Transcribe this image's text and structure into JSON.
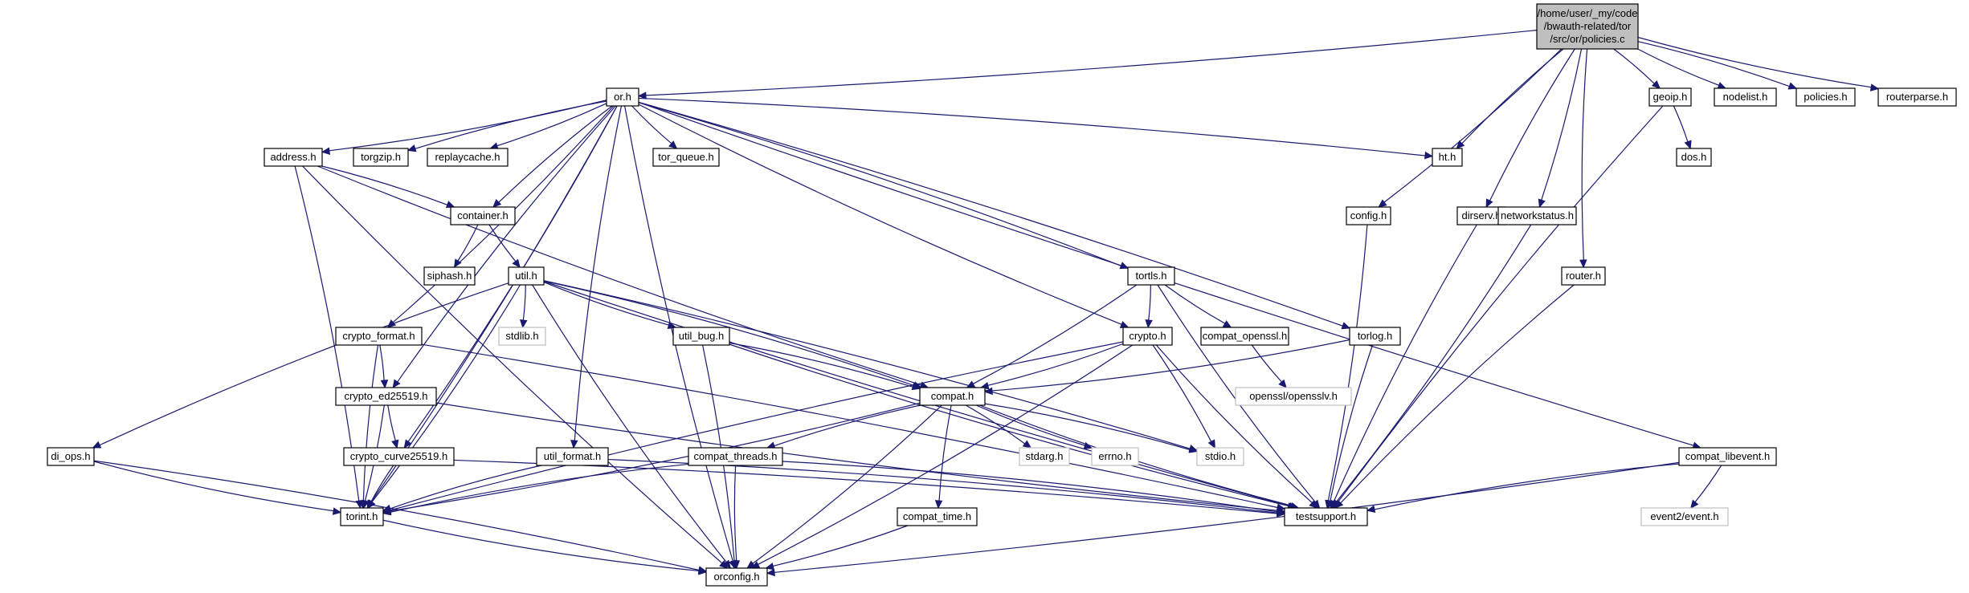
{
  "diagram": {
    "edge_color": "#191970",
    "system_border_color": "#bfbfbf",
    "root_fill_color": "#bfbfbf",
    "nodes": [
      {
        "id": "policies_c",
        "lines": [
          "/home/user/_my/code",
          "/bwauth-related/tor",
          "/src/or/policies.c"
        ],
        "kind": "root"
      },
      {
        "id": "or_h",
        "lines": [
          "or.h"
        ],
        "kind": "file"
      },
      {
        "id": "ht_h",
        "lines": [
          "ht.h"
        ],
        "kind": "file"
      },
      {
        "id": "config_h",
        "lines": [
          "config.h"
        ],
        "kind": "file"
      },
      {
        "id": "dirserv_h",
        "lines": [
          "dirserv.h"
        ],
        "kind": "file"
      },
      {
        "id": "networkstatus_h",
        "lines": [
          "networkstatus.h"
        ],
        "kind": "file"
      },
      {
        "id": "router_h",
        "lines": [
          "router.h"
        ],
        "kind": "file"
      },
      {
        "id": "geoip_h",
        "lines": [
          "geoip.h"
        ],
        "kind": "file"
      },
      {
        "id": "nodelist_h",
        "lines": [
          "nodelist.h"
        ],
        "kind": "file"
      },
      {
        "id": "policies_h",
        "lines": [
          "policies.h"
        ],
        "kind": "file"
      },
      {
        "id": "routerparse_h",
        "lines": [
          "routerparse.h"
        ],
        "kind": "file"
      },
      {
        "id": "address_h",
        "lines": [
          "address.h"
        ],
        "kind": "file"
      },
      {
        "id": "torgzip_h",
        "lines": [
          "torgzip.h"
        ],
        "kind": "file"
      },
      {
        "id": "replaycache_h",
        "lines": [
          "replaycache.h"
        ],
        "kind": "file"
      },
      {
        "id": "tor_queue_h",
        "lines": [
          "tor_queue.h"
        ],
        "kind": "file"
      },
      {
        "id": "container_h",
        "lines": [
          "container.h"
        ],
        "kind": "file"
      },
      {
        "id": "siphash_h",
        "lines": [
          "siphash.h"
        ],
        "kind": "file"
      },
      {
        "id": "util_h",
        "lines": [
          "util.h"
        ],
        "kind": "file"
      },
      {
        "id": "stdlib_h",
        "lines": [
          "stdlib.h"
        ],
        "kind": "sys"
      },
      {
        "id": "tortls_h",
        "lines": [
          "tortls.h"
        ],
        "kind": "file"
      },
      {
        "id": "crypto_format_h",
        "lines": [
          "crypto_format.h"
        ],
        "kind": "file"
      },
      {
        "id": "util_bug_h",
        "lines": [
          "util_bug.h"
        ],
        "kind": "file"
      },
      {
        "id": "crypto_h",
        "lines": [
          "crypto.h"
        ],
        "kind": "file"
      },
      {
        "id": "compat_openssl_h",
        "lines": [
          "compat_openssl.h"
        ],
        "kind": "file"
      },
      {
        "id": "torlog_h",
        "lines": [
          "torlog.h"
        ],
        "kind": "file"
      },
      {
        "id": "openssl_opensslv_h",
        "lines": [
          "openssl/opensslv.h"
        ],
        "kind": "sys"
      },
      {
        "id": "crypto_ed25519_h",
        "lines": [
          "crypto_ed25519.h"
        ],
        "kind": "file"
      },
      {
        "id": "compat_h",
        "lines": [
          "compat.h"
        ],
        "kind": "file"
      },
      {
        "id": "di_ops_h",
        "lines": [
          "di_ops.h"
        ],
        "kind": "file"
      },
      {
        "id": "crypto_curve25519_h",
        "lines": [
          "crypto_curve25519.h"
        ],
        "kind": "file"
      },
      {
        "id": "util_format_h",
        "lines": [
          "util_format.h"
        ],
        "kind": "file"
      },
      {
        "id": "compat_threads_h",
        "lines": [
          "compat_threads.h"
        ],
        "kind": "file"
      },
      {
        "id": "stdarg_h",
        "lines": [
          "stdarg.h"
        ],
        "kind": "sys"
      },
      {
        "id": "errno_h",
        "lines": [
          "errno.h"
        ],
        "kind": "sys"
      },
      {
        "id": "stdio_h",
        "lines": [
          "stdio.h"
        ],
        "kind": "sys"
      },
      {
        "id": "compat_libevent_h",
        "lines": [
          "compat_libevent.h"
        ],
        "kind": "file"
      },
      {
        "id": "dos_h",
        "lines": [
          "dos.h"
        ],
        "kind": "file"
      },
      {
        "id": "torint_h",
        "lines": [
          "torint.h"
        ],
        "kind": "file"
      },
      {
        "id": "testsupport_h",
        "lines": [
          "testsupport.h"
        ],
        "kind": "file"
      },
      {
        "id": "event2_event_h",
        "lines": [
          "event2/event.h"
        ],
        "kind": "sys"
      },
      {
        "id": "compat_time_h",
        "lines": [
          "compat_time.h"
        ],
        "kind": "file"
      },
      {
        "id": "orconfig_h",
        "lines": [
          "orconfig.h"
        ],
        "kind": "file"
      }
    ],
    "edges": [
      [
        "policies_c",
        "or_h"
      ],
      [
        "policies_c",
        "ht_h"
      ],
      [
        "policies_c",
        "config_h"
      ],
      [
        "policies_c",
        "dirserv_h"
      ],
      [
        "policies_c",
        "networkstatus_h"
      ],
      [
        "policies_c",
        "router_h"
      ],
      [
        "policies_c",
        "geoip_h"
      ],
      [
        "policies_c",
        "nodelist_h"
      ],
      [
        "policies_c",
        "policies_h"
      ],
      [
        "policies_c",
        "routerparse_h"
      ],
      [
        "or_h",
        "address_h"
      ],
      [
        "or_h",
        "torgzip_h"
      ],
      [
        "or_h",
        "replaycache_h"
      ],
      [
        "or_h",
        "tor_queue_h"
      ],
      [
        "or_h",
        "ht_h"
      ],
      [
        "or_h",
        "container_h"
      ],
      [
        "or_h",
        "crypto_format_h"
      ],
      [
        "or_h",
        "crypto_ed25519_h"
      ],
      [
        "or_h",
        "crypto_curve25519_h"
      ],
      [
        "or_h",
        "util_format_h"
      ],
      [
        "or_h",
        "tortls_h"
      ],
      [
        "or_h",
        "crypto_h"
      ],
      [
        "or_h",
        "torlog_h"
      ],
      [
        "or_h",
        "compat_libevent_h"
      ],
      [
        "or_h",
        "torint_h"
      ],
      [
        "or_h",
        "orconfig_h"
      ],
      [
        "address_h",
        "container_h"
      ],
      [
        "address_h",
        "compat_h"
      ],
      [
        "address_h",
        "torint_h"
      ],
      [
        "address_h",
        "orconfig_h"
      ],
      [
        "container_h",
        "siphash_h"
      ],
      [
        "container_h",
        "util_h"
      ],
      [
        "util_h",
        "stdlib_h"
      ],
      [
        "util_h",
        "util_bug_h"
      ],
      [
        "util_h",
        "compat_h"
      ],
      [
        "util_h",
        "di_ops_h"
      ],
      [
        "util_h",
        "torint_h"
      ],
      [
        "util_h",
        "orconfig_h"
      ],
      [
        "util_h",
        "stdio_h"
      ],
      [
        "util_h",
        "testsupport_h"
      ],
      [
        "tortls_h",
        "crypto_h"
      ],
      [
        "tortls_h",
        "compat_openssl_h"
      ],
      [
        "tortls_h",
        "compat_h"
      ],
      [
        "tortls_h",
        "testsupport_h"
      ],
      [
        "crypto_h",
        "compat_h"
      ],
      [
        "crypto_h",
        "torint_h"
      ],
      [
        "crypto_h",
        "stdio_h"
      ],
      [
        "crypto_h",
        "testsupport_h"
      ],
      [
        "crypto_h",
        "orconfig_h"
      ],
      [
        "compat_openssl_h",
        "openssl_opensslv_h"
      ],
      [
        "torlog_h",
        "compat_h"
      ],
      [
        "torlog_h",
        "testsupport_h"
      ],
      [
        "crypto_format_h",
        "crypto_ed25519_h"
      ],
      [
        "crypto_format_h",
        "torint_h"
      ],
      [
        "crypto_format_h",
        "testsupport_h"
      ],
      [
        "crypto_ed25519_h",
        "crypto_curve25519_h"
      ],
      [
        "crypto_ed25519_h",
        "torint_h"
      ],
      [
        "crypto_ed25519_h",
        "testsupport_h"
      ],
      [
        "util_bug_h",
        "compat_h"
      ],
      [
        "util_bug_h",
        "testsupport_h"
      ],
      [
        "util_bug_h",
        "orconfig_h"
      ],
      [
        "compat_h",
        "compat_threads_h"
      ],
      [
        "compat_h",
        "stdarg_h"
      ],
      [
        "compat_h",
        "errno_h"
      ],
      [
        "compat_h",
        "stdio_h"
      ],
      [
        "compat_h",
        "compat_time_h"
      ],
      [
        "compat_h",
        "torint_h"
      ],
      [
        "compat_h",
        "testsupport_h"
      ],
      [
        "compat_h",
        "orconfig_h"
      ],
      [
        "di_ops_h",
        "torint_h"
      ],
      [
        "di_ops_h",
        "orconfig_h"
      ],
      [
        "crypto_curve25519_h",
        "torint_h"
      ],
      [
        "crypto_curve25519_h",
        "testsupport_h"
      ],
      [
        "util_format_h",
        "torint_h"
      ],
      [
        "util_format_h",
        "testsupport_h"
      ],
      [
        "compat_threads_h",
        "torint_h"
      ],
      [
        "compat_threads_h",
        "testsupport_h"
      ],
      [
        "compat_threads_h",
        "orconfig_h"
      ],
      [
        "compat_time_h",
        "orconfig_h"
      ],
      [
        "torint_h",
        "orconfig_h"
      ],
      [
        "config_h",
        "testsupport_h"
      ],
      [
        "dirserv_h",
        "testsupport_h"
      ],
      [
        "networkstatus_h",
        "testsupport_h"
      ],
      [
        "router_h",
        "testsupport_h"
      ],
      [
        "geoip_h",
        "dos_h"
      ],
      [
        "geoip_h",
        "testsupport_h"
      ],
      [
        "compat_libevent_h",
        "event2_event_h"
      ],
      [
        "compat_libevent_h",
        "testsupport_h"
      ],
      [
        "compat_libevent_h",
        "orconfig_h"
      ]
    ]
  }
}
